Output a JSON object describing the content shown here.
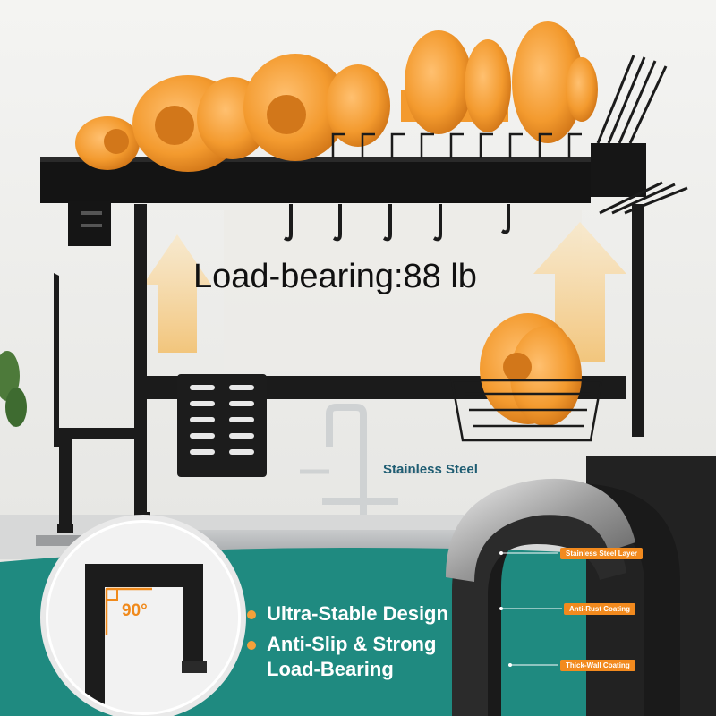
{
  "headline": "Load-bearing:88 lb",
  "features": [
    "Ultra-Stable Design",
    "Anti-Slip & Strong",
    "Load-Bearing"
  ],
  "material": {
    "title": "Stainless Steel",
    "layers": [
      "Stainless Steel Layer",
      "Anti-Rust Coating",
      "Thick-Wall Coating"
    ]
  },
  "angle_label": "90°",
  "colors": {
    "teal": "#1f8a80",
    "orange": "#f5a13a",
    "rack": "#1b1b1b",
    "arrow": "#f7d79a"
  }
}
